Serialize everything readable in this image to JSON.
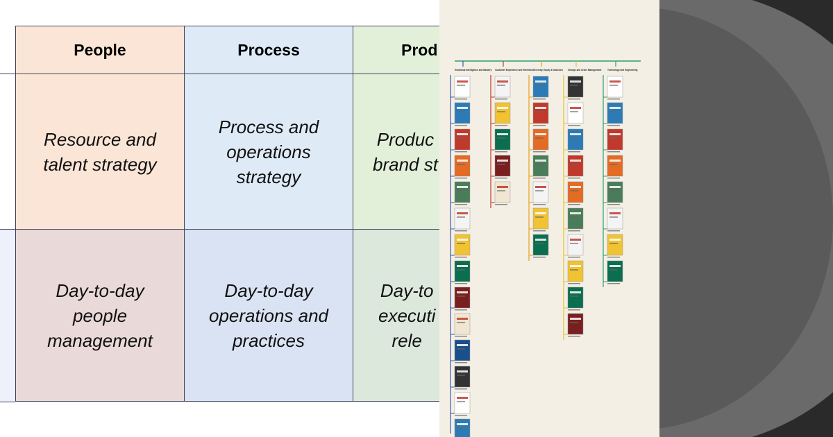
{
  "matrix": {
    "headers": [
      "People",
      "Process",
      "Prod"
    ],
    "row1": [
      "Resource and\ntalent strategy",
      "Process and\noperations\nstrategy",
      "Produc\nbrand st"
    ],
    "row2": [
      "Day-to-day\npeople\nmanagement",
      "Day-to-day\noperations and\npractices",
      "Day-to\nexecuti\nrele"
    ],
    "colors": {
      "header_people": "#fbe5d6",
      "header_process": "#deebf7",
      "header_product": "#e2f0d9",
      "row1_people": "#fbe5d6",
      "row1_process": "#deebf7",
      "row1_product": "#e2f0d9",
      "row2_people": "#ead9d9",
      "row2_process": "#dae3f3",
      "row2_product": "#dde8dd",
      "border": "#3a3f5a"
    }
  },
  "bookmap": {
    "background": "#f3efe5",
    "branch_colors": [
      "#3b5ba9",
      "#c0392b",
      "#e8a019",
      "#e8c428",
      "#2e9e6f"
    ],
    "categories": [
      "Emotional Intelligence and Mastery",
      "Customer Experience and Retention",
      "Diversity, Equity & Inclusion",
      "Change and Crisis Management",
      "Technology and Engineering"
    ],
    "book_titles": [
      "GRIT",
      "Rest",
      "THINK AGAIN ADAM GRANT",
      "HIDDEN POTENTIAL ADAM GRANT",
      "HABIT",
      "Atomic Habits",
      "IDEAS",
      "INCLUSIFY",
      "CULTURE MAP",
      "YOU",
      "EXPERIENCE",
      "CHANGE",
      "Black",
      "EXTREME OWNERSHIP",
      "TRIGGERS",
      "Same as Ever",
      "ACCELERATE",
      "Go"
    ]
  },
  "dark": {
    "background": "#2a2a2a",
    "circle": "#5a5a5a"
  }
}
